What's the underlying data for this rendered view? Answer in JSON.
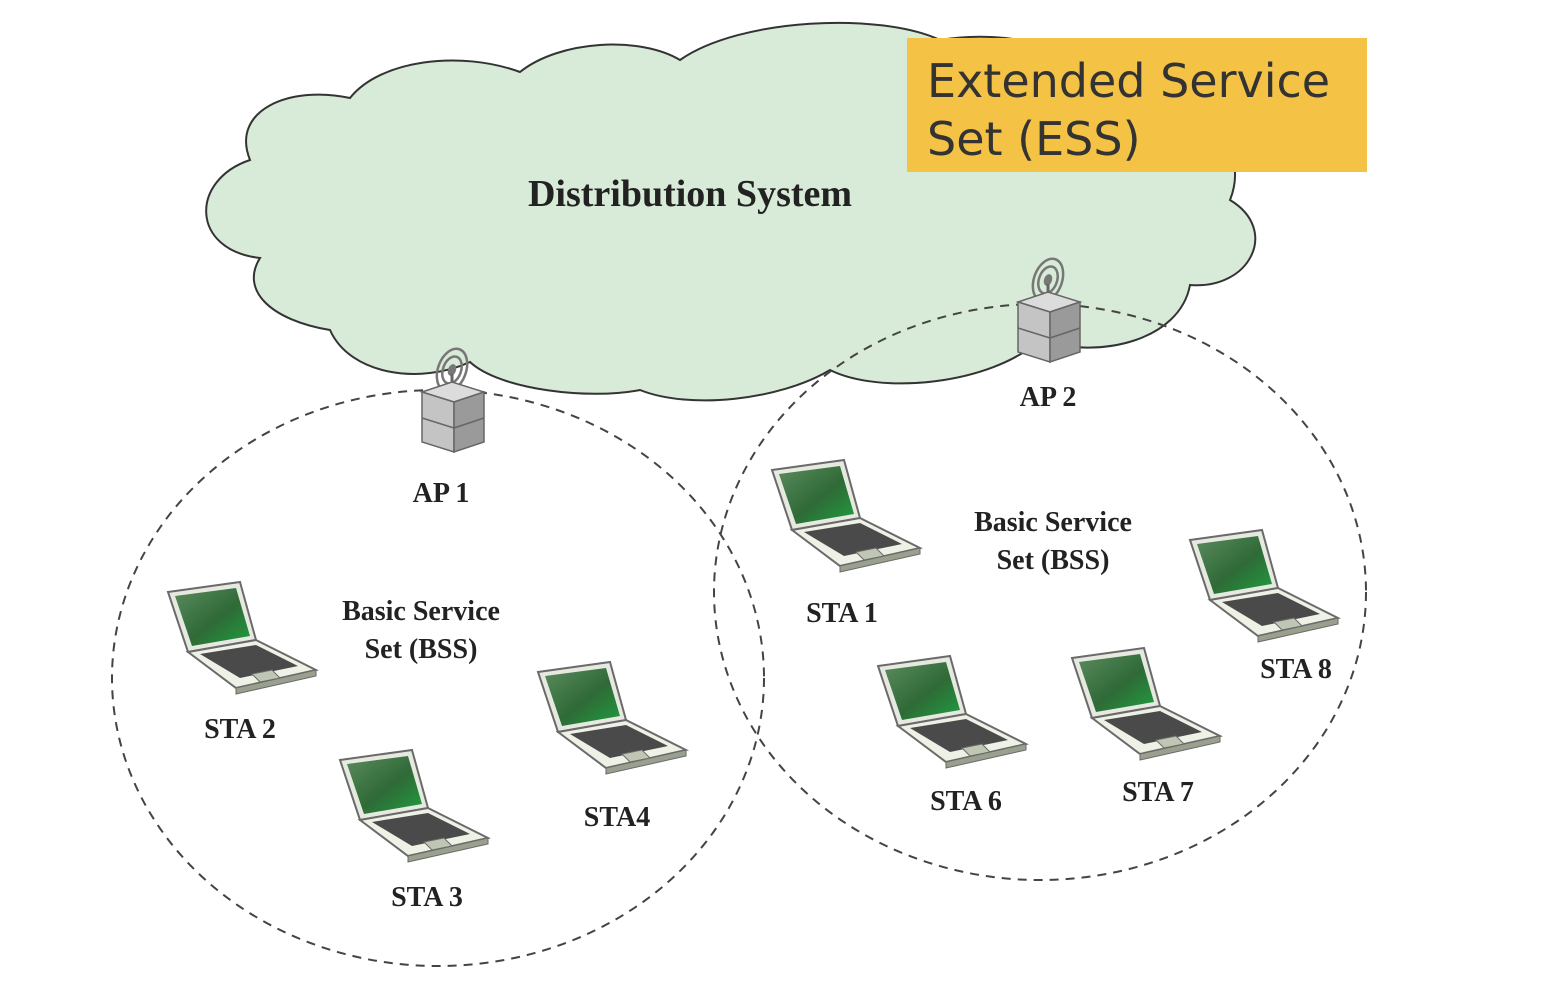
{
  "title_box": {
    "line1": "Extended Service",
    "line2": "Set (ESS)"
  },
  "cloud": {
    "label": "Distribution System"
  },
  "access_points": [
    {
      "label": "AP 1"
    },
    {
      "label": "AP 2"
    }
  ],
  "bss": [
    {
      "line1": "Basic Service",
      "line2": "Set (BSS)"
    },
    {
      "line1": "Basic Service",
      "line2": "Set (BSS)"
    }
  ],
  "stations": [
    {
      "label": "STA 2"
    },
    {
      "label": "STA 3"
    },
    {
      "label": "STA4"
    },
    {
      "label": "STA 1"
    },
    {
      "label": "STA 6"
    },
    {
      "label": "STA 7"
    },
    {
      "label": "STA 8"
    }
  ],
  "colors": {
    "cloud_fill": "#d8ebd8",
    "box_fill": "#f4c244",
    "laptop_screen": "#2e7a3c",
    "laptop_body": "#e8ece0"
  }
}
